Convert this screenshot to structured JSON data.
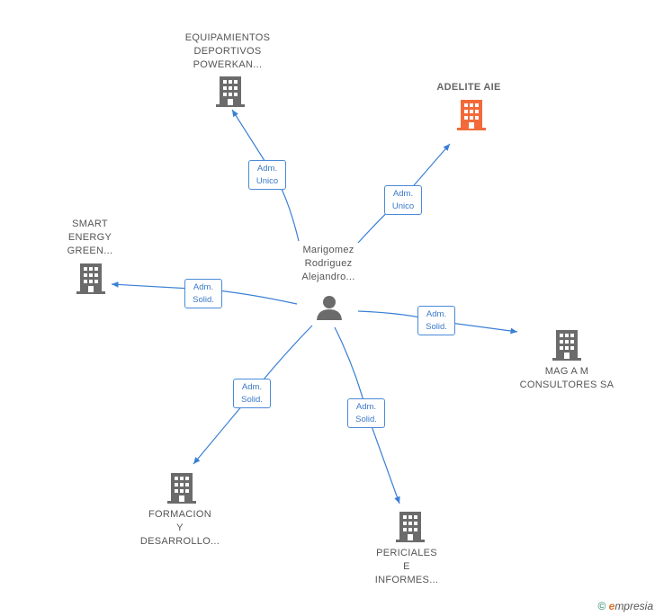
{
  "center": {
    "name_lines": [
      "Marigomez",
      "Rodriguez",
      "Alejandro..."
    ]
  },
  "nodes": {
    "equipamientos": {
      "lines": [
        "EQUIPAMIENTOS",
        "DEPORTIVOS",
        "POWERKAN..."
      ],
      "relation": [
        "Adm.",
        "Unico"
      ]
    },
    "adelite": {
      "lines": [
        "ADELITE AIE"
      ],
      "relation": [
        "Adm.",
        "Unico"
      ],
      "color": "#f26a3a"
    },
    "smart": {
      "lines": [
        "SMART",
        "ENERGY",
        "GREEN..."
      ],
      "relation": [
        "Adm.",
        "Solid."
      ]
    },
    "magam": {
      "lines": [
        "MAG A M",
        "CONSULTORES SA"
      ],
      "relation": [
        "Adm.",
        "Solid."
      ]
    },
    "formacion": {
      "lines": [
        "FORMACION",
        "Y",
        "DESARROLLO..."
      ],
      "relation": [
        "Adm.",
        "Solid."
      ]
    },
    "periciales": {
      "lines": [
        "PERICIALES",
        "E",
        "INFORMES..."
      ],
      "relation": [
        "Adm.",
        "Solid."
      ]
    }
  },
  "colors": {
    "edge": "#3a7fd5",
    "building": "#6b6b6b",
    "highlight_building": "#f26a3a",
    "person": "#6b6b6b"
  },
  "footer": {
    "copyright": "©",
    "brand_e": "e",
    "brand_rest": "mpresia"
  }
}
